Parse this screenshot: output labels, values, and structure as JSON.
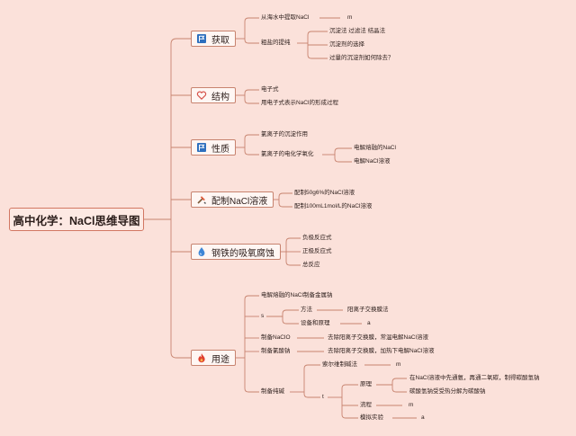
{
  "root": "高中化学：NaCl思维导图",
  "branches": [
    {
      "label": "获取",
      "icon": "flag-icon"
    },
    {
      "label": "结构",
      "icon": "heart-icon"
    },
    {
      "label": "性质",
      "icon": "flag-icon"
    },
    {
      "label": "配制NaCl溶液",
      "icon": "tools-icon"
    },
    {
      "label": "钢铁的吸氧腐蚀",
      "icon": "droplet-icon"
    },
    {
      "label": "用途",
      "icon": "flame-icon"
    }
  ],
  "nodes": {
    "n1": "从海水中提取NaCl",
    "n1a": "m",
    "n2": "粗盐的提纯",
    "n2a": "沉淀法 过滤法 结晶法",
    "n2b": "沉淀剂的选择",
    "n2c": "过量的沉淀剂如何除去？",
    "s1": "电子式",
    "s2": "用电子式表示NaCl的形成过程",
    "p1": "氯离子的沉淀作用",
    "p2": "氯离子的电化学氧化",
    "p2a": "电解熔融的NaCl",
    "p2b": "电解NaCl溶液",
    "c1": "配制50g6%的NaCl溶液",
    "c2": "配制100mL1mol/L的NaCl溶液",
    "r1": "负极反应式",
    "r2": "正极反应式",
    "r3": "总反应",
    "u1": "电解熔融的NaCl制备金属钠",
    "u2": "s",
    "u2a": "方法",
    "u2a1": "阳离子交换膜法",
    "u2b": "设备和原理",
    "u2b1": "a",
    "u3": "制备NaClO",
    "u3a": "去除阳离子交换膜，常温电解NaCl溶液",
    "u4": "制备氯酸钠",
    "u4a": "去除阳离子交换膜，加热下电解NaCl溶液",
    "u5": "制备纯碱",
    "u5a": "索尔维制碱法",
    "u5a1": "m",
    "u5b": "t",
    "u5b1": "原理",
    "u5b1a": "在NaCl溶液中先通氨，再通二氧碳，制得碳酸氢钠",
    "u5b1b": "碳酸氢钠受受热分解为碳酸钠",
    "u5b2": "流程",
    "u5b2a": "m",
    "u5b3": "模拟实验",
    "u5b3a": "a"
  },
  "colors": {
    "background": "#fbe1da",
    "line": "#c7836f",
    "flag": "#2d6fbe",
    "heart": "#d6534a",
    "flame": "#e0402e",
    "droplet": "#3d86d6"
  }
}
